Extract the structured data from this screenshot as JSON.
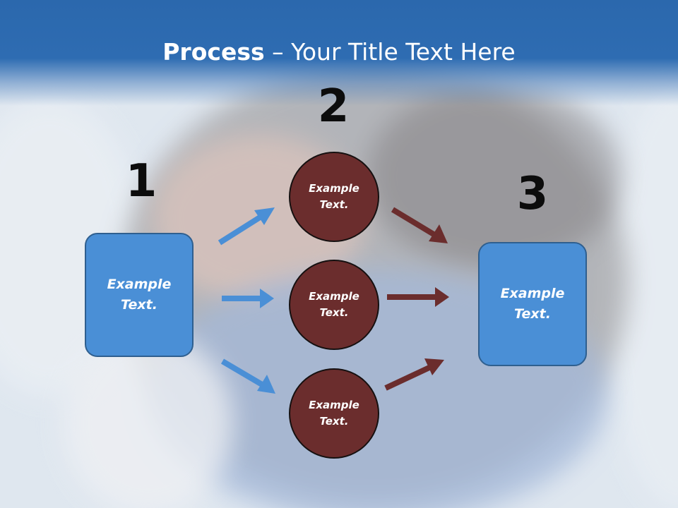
{
  "slide": {
    "title_bold": "Process",
    "title_rest": " – Your Title Text Here"
  },
  "steps": {
    "step1": {
      "number": "1",
      "text": "Example Text."
    },
    "step2": {
      "number": "2",
      "items": [
        {
          "text": "Example Text."
        },
        {
          "text": "Example Text."
        },
        {
          "text": "Example Text."
        }
      ]
    },
    "step3": {
      "number": "3",
      "text": "Example Text."
    }
  },
  "colors": {
    "header": "#2e6cb2",
    "box_fill": "#4a8fd6",
    "circle_fill": "#6b2d2d",
    "arrow_blue": "#4a8fd6",
    "arrow_brown": "#6b2d2d"
  }
}
